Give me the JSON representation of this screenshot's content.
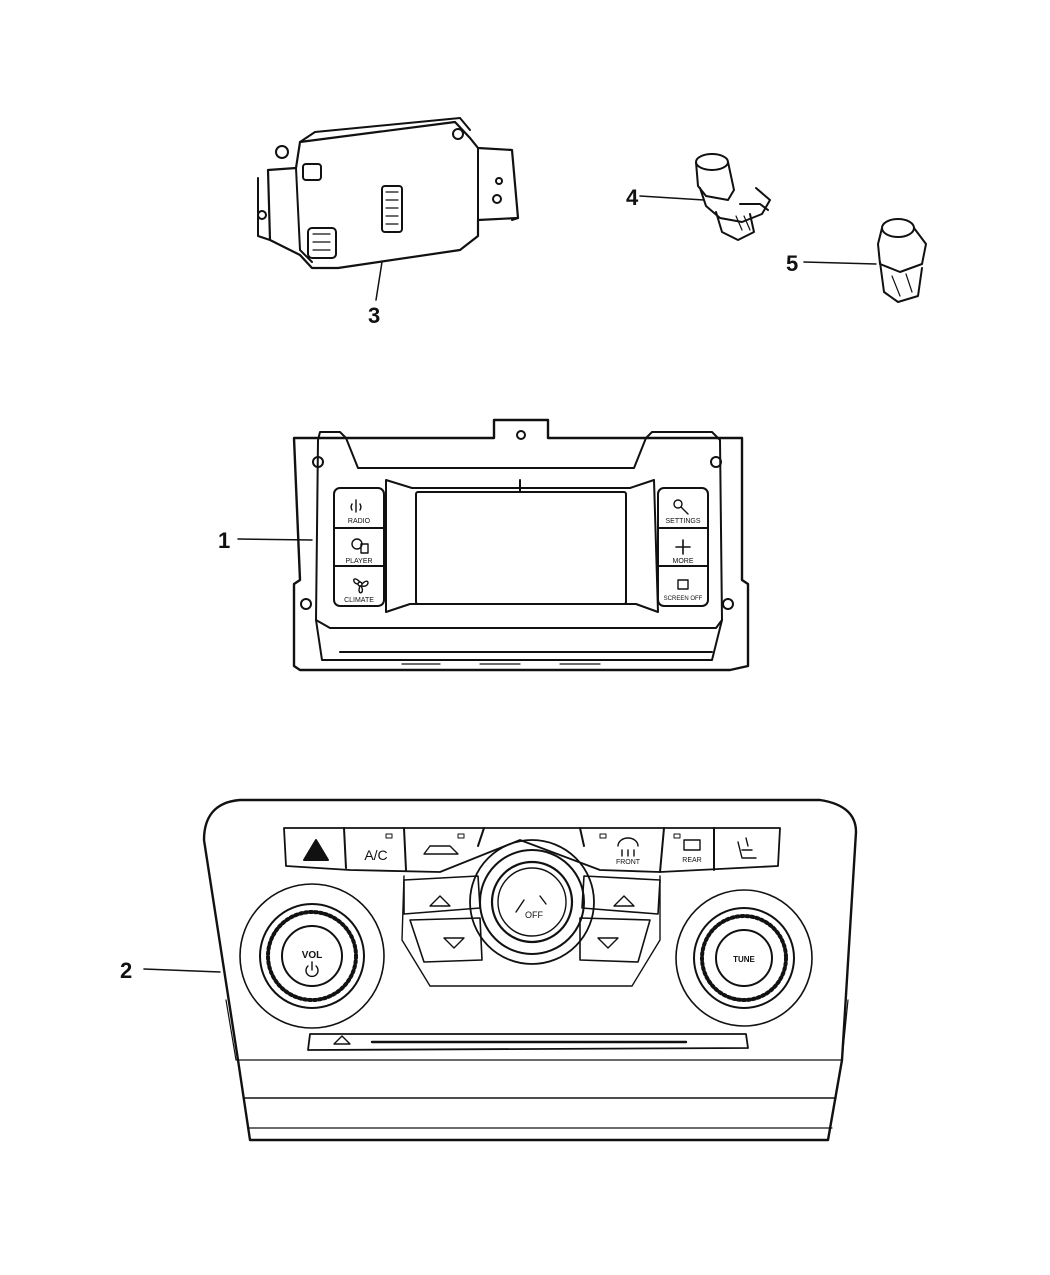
{
  "callouts": {
    "c1": "1",
    "c2": "2",
    "c3": "3",
    "c4": "4",
    "c5": "5"
  },
  "radio_panel": {
    "left_buttons": [
      "RADIO",
      "PLAYER",
      "CLIMATE"
    ],
    "right_buttons": [
      "SETTINGS",
      "MORE",
      "SCREEN OFF"
    ]
  },
  "hvac_panel": {
    "top_buttons": [
      "A/C",
      "FRONT",
      "REAR"
    ],
    "center_knob_label": "OFF",
    "left_knob_label": "VOL",
    "right_knob_label": "TUNE"
  },
  "icons": {
    "hazard": "hazard-triangle-icon",
    "power": "power-icon",
    "fan": "fan-icon"
  },
  "colors": {
    "line": "#111111",
    "fill": "#ffffff"
  }
}
